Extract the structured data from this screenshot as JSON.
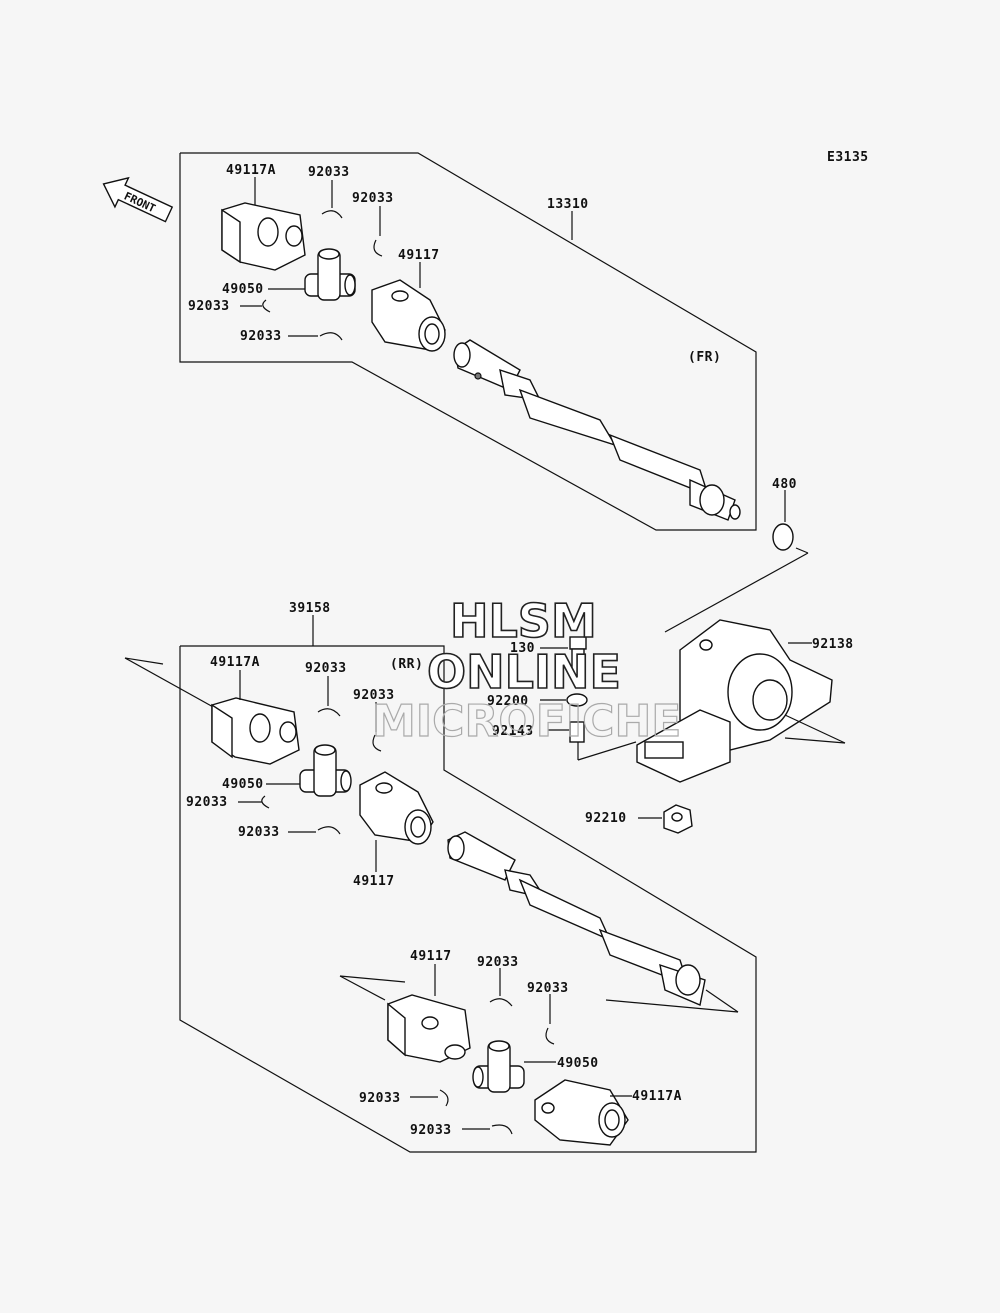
{
  "diagram_code": "E3135",
  "front_arrow_label": "FRONT",
  "sections": {
    "front": {
      "tag": "(FR)",
      "assembly_number": "13310",
      "labels": {
        "yoke_a": "49117A",
        "clip_1": "92033",
        "clip_2": "92033",
        "yoke": "49117",
        "joint": "49050",
        "clip_3": "92033",
        "clip_4": "92033",
        "circlip": "480"
      }
    },
    "rear": {
      "tag": "(RR)",
      "assembly_number": "39158",
      "labels": {
        "yoke_a": "49117A",
        "clip_1": "92033",
        "clip_2": "92033",
        "joint": "49050",
        "clip_3": "92033",
        "clip_4": "92033",
        "yoke": "49117",
        "yoke_lower": "49117",
        "clip_5": "92033",
        "clip_6": "92033",
        "joint_lower": "49050",
        "yoke_a_lower": "49117A",
        "clip_7": "92033",
        "clip_8": "92033"
      }
    },
    "bearing": {
      "housing": "92138",
      "bolt": "130",
      "washer": "92200",
      "collar": "92143",
      "nut": "92210"
    }
  },
  "watermark": {
    "line1": "HLSM",
    "line2": "ONLINE",
    "line3": "MICROFICHE"
  }
}
